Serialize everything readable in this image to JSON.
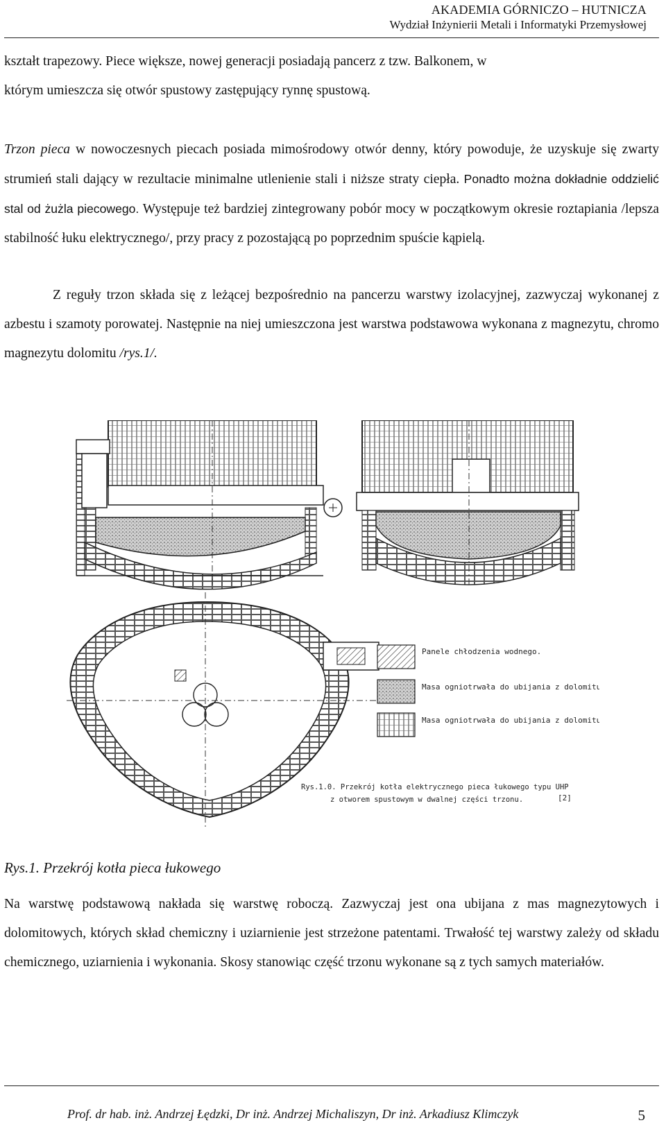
{
  "header": {
    "line1": "AKADEMIA GÓRNICZO – HUTNICZA",
    "line2": "Wydział Inżynierii Metali i Informatyki Przemysłowej"
  },
  "paragraph1": {
    "line1": "kształt trapezowy. Piece większe, nowej generacji posiadają pancerz z tzw. Balkonem, w",
    "line2": "którym umieszcza się otwór spustowy zastępujący rynnę spustową."
  },
  "paragraph2": {
    "term": "Trzon pieca",
    "lead": " w nowoczesnych piecach posiada mimośrodowy otwór denny, który powoduje, że uzyskuje się zwarty strumień stali dający w rezultacie minimalne utlenienie stali i niższe straty ciepła.",
    "sans": " Ponadto można dokładnie oddzielić stal od żużla piecowego.",
    "rest": " Występuje też bardziej zintegrowany pobór mocy w początkowym okresie roztapiania /lepsza stabilność łuku elektrycznego/, przy pracy z pozostającą po poprzednim spuście kąpielą."
  },
  "paragraph3": {
    "text": "Z reguły trzon składa się z leżącej bezpośrednio na pancerzu warstwy izolacyjnej, zazwyczaj wykonanej z azbestu i szamoty porowatej. Następnie na niej umieszczona jest warstwa podstawowa wykonana z magnezytu, chromo magnezytu dolomitu ",
    "ref": "/rys.1/."
  },
  "figure": {
    "legend": [
      "Panele chłodzenia wodnego.",
      "Masa ogniotrwała do ubijania z dolomitu palonego na trzon.",
      "Masa ogniotrwała do ubijania z dolomitu palonego na boki."
    ],
    "caption_line1": "Rys.1.0. Przekrój kotła elektrycznego pieca łukowego typu UHP",
    "caption_line2": "z otworem spustowym w dwalnej części trzonu.",
    "ref": "[2]"
  },
  "caption": "Rys.1. Przekrój kotła pieca łukowego",
  "paragraph4": {
    "text": "Na warstwę podstawową nakłada się warstwę roboczą. Zazwyczaj jest ona ubijana z mas magnezytowych i dolomitowych, których skład chemiczny i uziarnienie jest strzeżone patentami. Trwałość tej warstwy zależy od składu chemicznego, uziarnienia i wykonania. Skosy stanowiąc część trzonu wykonane są z tych samych materiałów."
  },
  "footer": {
    "authors": "Prof. dr hab. inż. Andrzej Łędzki, Dr inż. Andrzej Michaliszyn, Dr inż. Arkadiusz Klimczyk",
    "page_number": "5"
  }
}
